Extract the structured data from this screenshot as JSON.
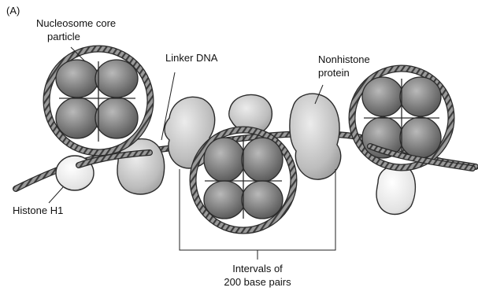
{
  "panel_label": "(A)",
  "labels": {
    "nucleosome_line1": "Nucleosome core",
    "nucleosome_line2": "particle",
    "linker_dna": "Linker DNA",
    "nonhistone_line1": "Nonhistone",
    "nonhistone_line2": "protein",
    "histone_h1": "Histone H1",
    "intervals_line1": "Intervals of",
    "intervals_line2": "200 base pairs"
  },
  "colors": {
    "core_dark": "#6f6f6f",
    "core_light": "#b9b9b9",
    "nonhistone": "#cfcfcf",
    "histone_h1": "#ececec",
    "dna": "#8a8a8a",
    "outline": "#2a2a2a"
  }
}
